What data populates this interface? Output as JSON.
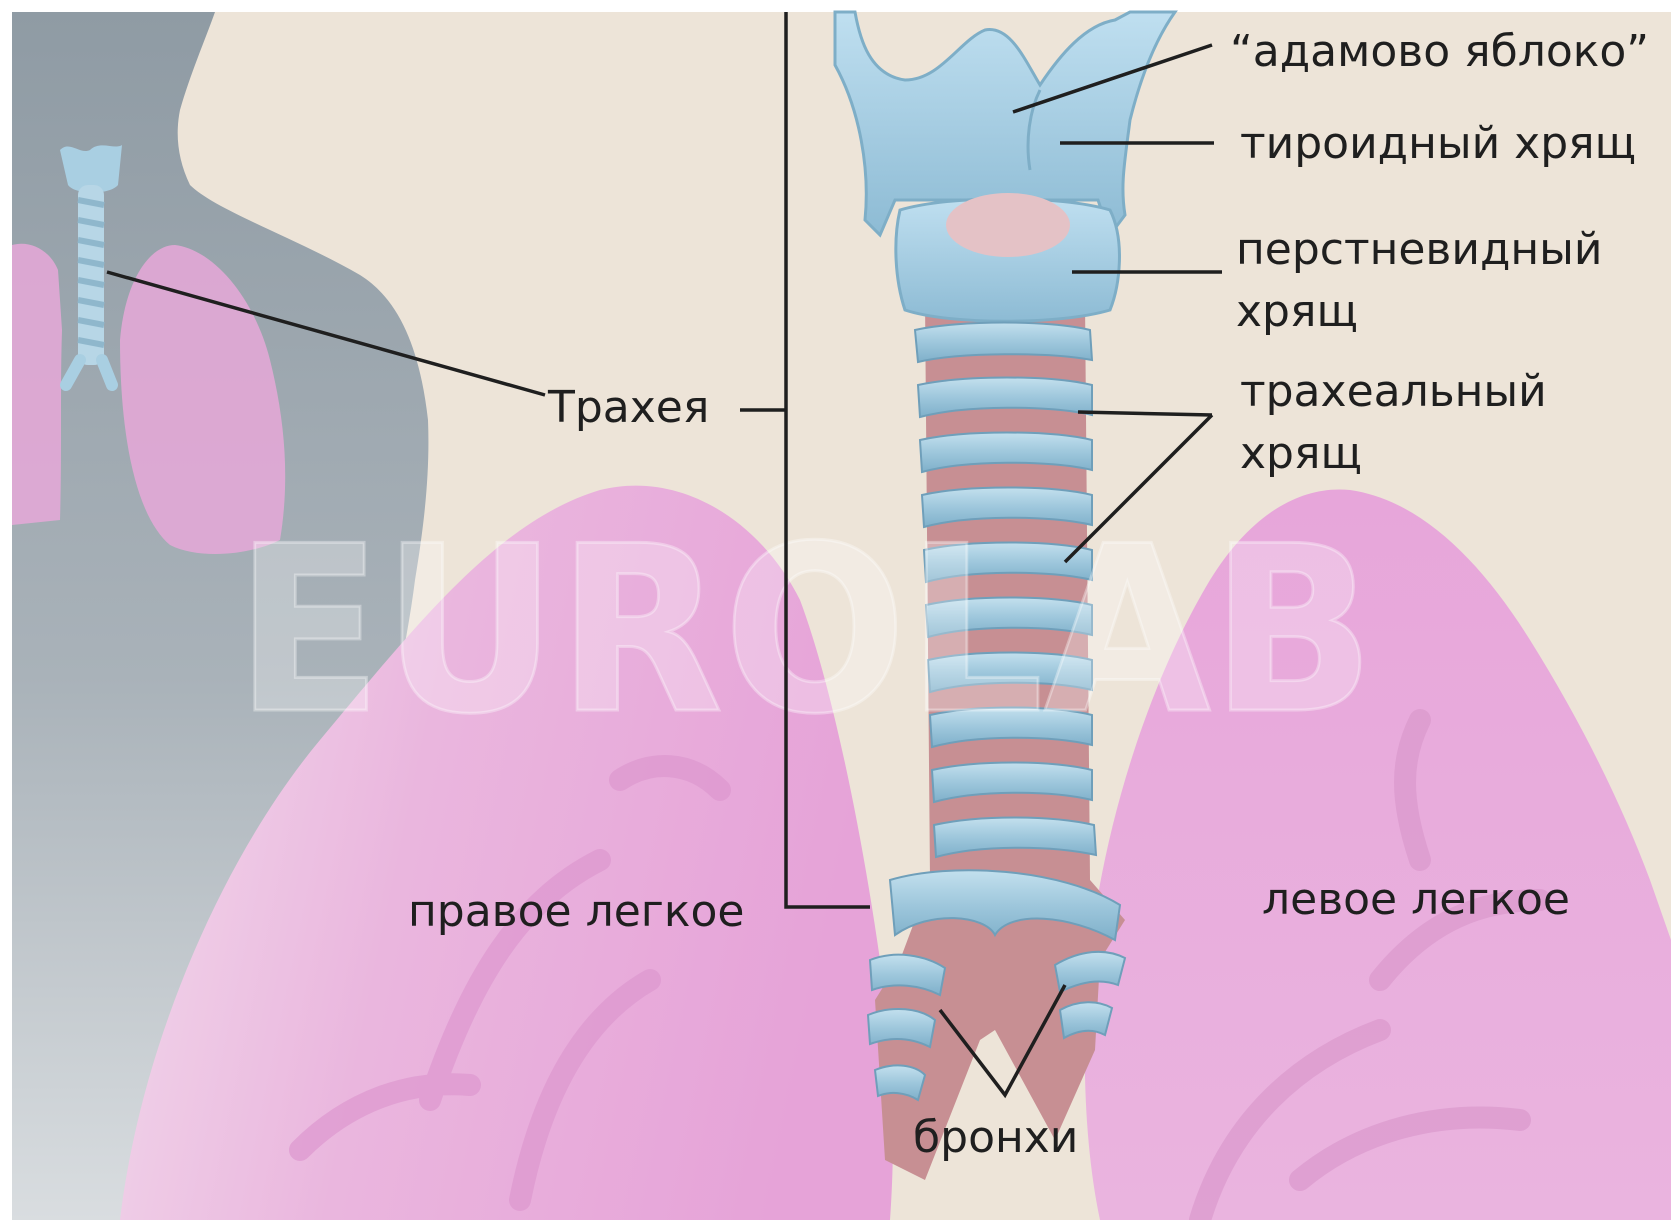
{
  "labels": {
    "adams_apple": "“адамово яблоко”",
    "thyroid_cartilage": "тироидный хрящ",
    "cricoid_cartilage_line1": "перстневидный",
    "cricoid_cartilage_line2": "хрящ",
    "trachea": "Трахея",
    "tracheal_cartilage_line1": "трахеальный",
    "tracheal_cartilage_line2": "хрящ",
    "right_lung": "правое легкое",
    "left_lung": "левое легкое",
    "bronchi": "бронхи"
  },
  "watermark": {
    "text": "EUROLAB"
  },
  "colors": {
    "background": "#ede4d8",
    "silhouette": "#95a0a8",
    "lung": "#e9a9dd",
    "cartilage": "#a9cfe2",
    "tissue": "#c78f93",
    "line": "#1f1f1f"
  }
}
